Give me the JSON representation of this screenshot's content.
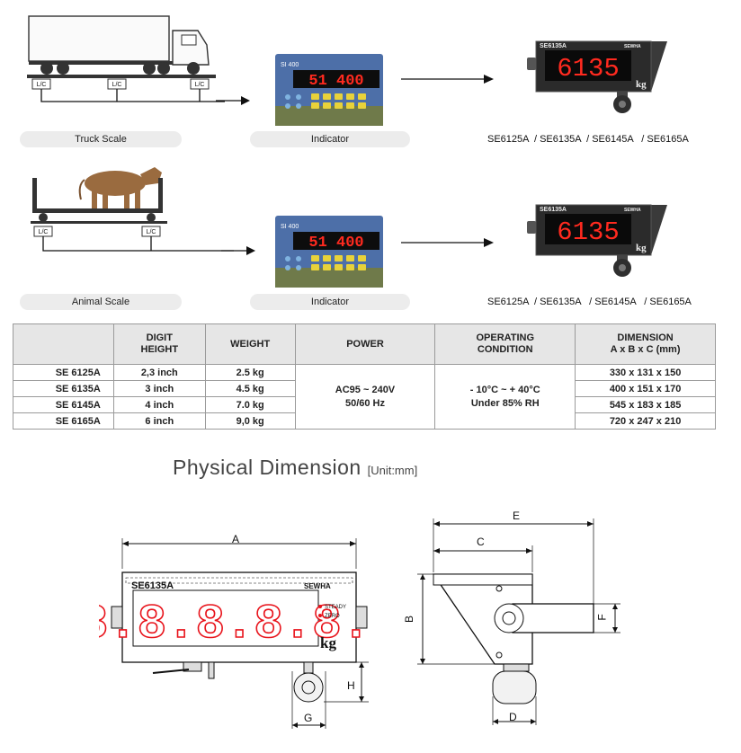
{
  "row1": {
    "source_label": "Truck Scale",
    "indicator_label": "Indicator",
    "models_label": "SE6125A  / SE6135A  / SE6145A   / SE6165A",
    "lc_label": "L/C"
  },
  "row2": {
    "source_label": "Animal Scale",
    "indicator_label": "Indicator",
    "models_label": "SE6125A  / SE6135A   / SE6145A   / SE6165A",
    "lc_label": "L/C"
  },
  "indicator_readout": "51 400",
  "indicator_brand": "SI 400",
  "display_readout": "6135",
  "display_model_badge": "SE6135A",
  "display_brand": "SEWHA",
  "display_unit": "kg",
  "table": {
    "headers": [
      "",
      "DIGIT\nHEIGHT",
      "WEIGHT",
      "POWER",
      "OPERATING\nCONDITION",
      "DIMENSION\nA x B x C (mm)"
    ],
    "rows": [
      {
        "model": "SE 6125A",
        "digit": "2,3 inch",
        "weight": "2.5 kg",
        "dimension": "330 x 131 x 150"
      },
      {
        "model": "SE 6135A",
        "digit": "3 inch",
        "weight": "4.5 kg",
        "dimension": "400 x 151 x 170"
      },
      {
        "model": "SE 6145A",
        "digit": "4 inch",
        "weight": "7.0 kg",
        "dimension": "545 x 183 x 185"
      },
      {
        "model": "SE 6165A",
        "digit": "6 inch",
        "weight": "9,0 kg",
        "dimension": "720 x 247 x 210"
      }
    ],
    "power": "AC95 ~ 240V\n50/60 Hz",
    "operating": "- 10°C ~ + 40°C\nUnder 85% RH"
  },
  "section": {
    "title": "Physical Dimension",
    "unit": "[Unit:mm]"
  },
  "drawing": {
    "model": "SE6135A",
    "brand": "SEWHA",
    "digits": "8.8.8.8.8.",
    "steady": "STEADY",
    "zero": "ZERO",
    "unit": "kg",
    "dims": {
      "a": "A",
      "b": "B",
      "c": "C",
      "d": "D",
      "e": "E",
      "f": "F",
      "g": "G",
      "h": "H"
    }
  },
  "colors": {
    "led": "#e8121a",
    "panel": "#1a1a1a",
    "pill": "#ececec",
    "header": "#e6e6e6"
  }
}
